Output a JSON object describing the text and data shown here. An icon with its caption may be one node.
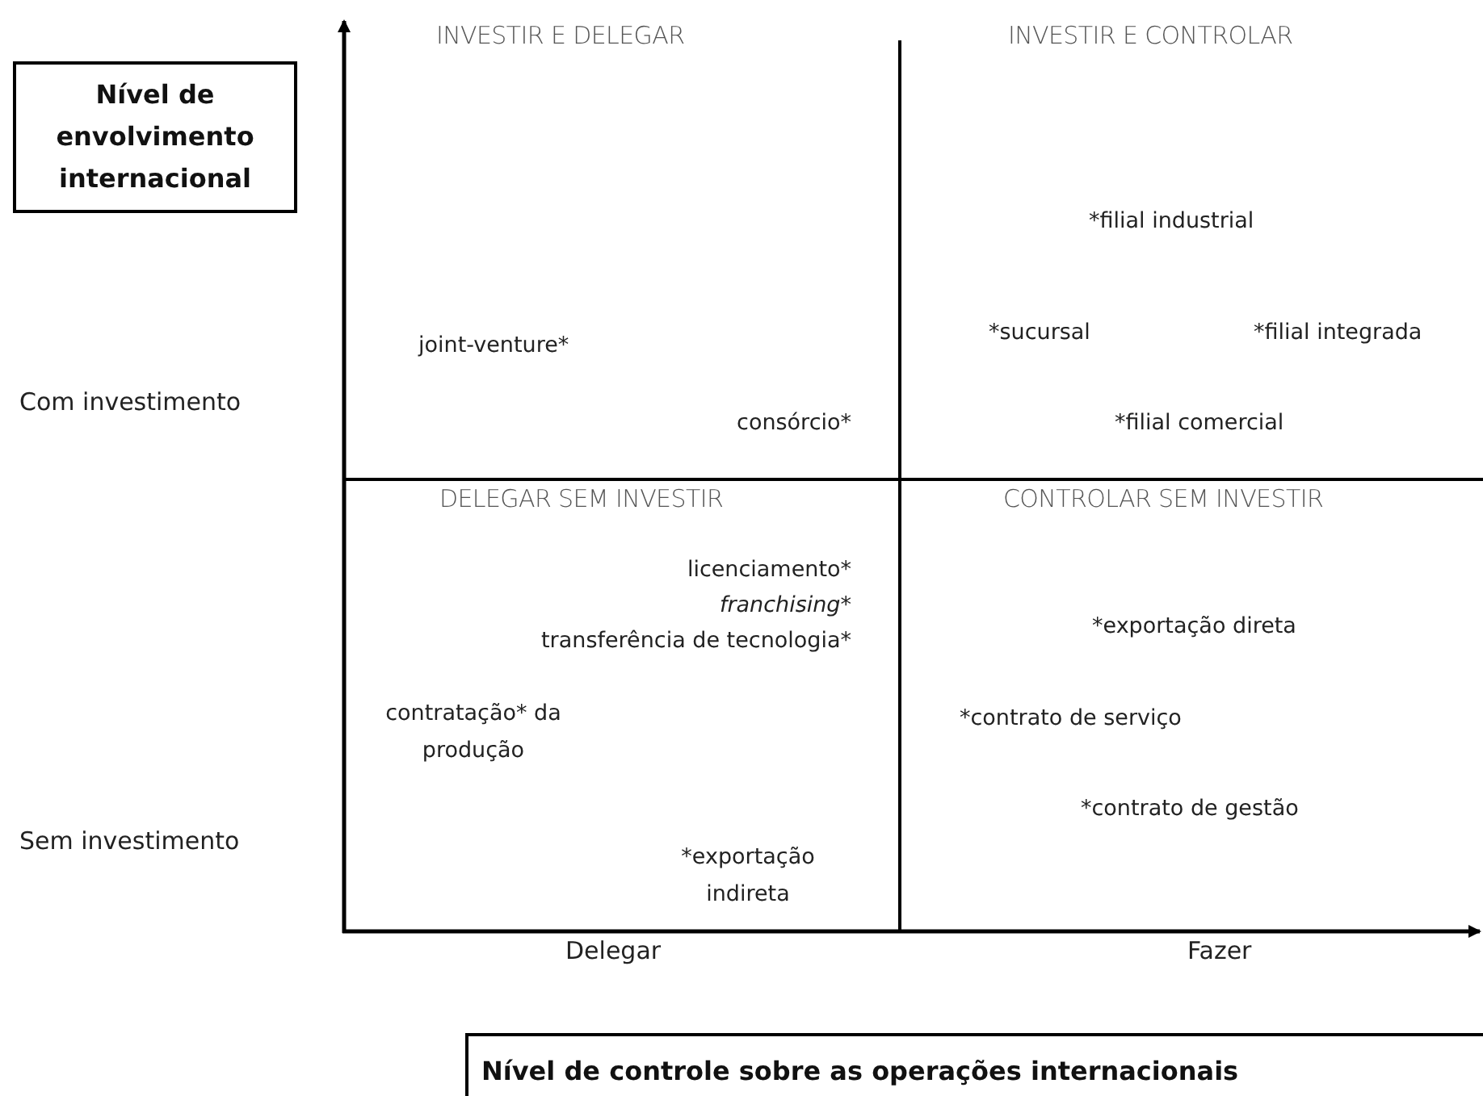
{
  "diagram": {
    "nodes": [
      {
        "text": [
          "Nível de envolvimento internacional"
        ]
      },
      {
        "text": [
          "Nível de controle sobre as operações internacionais"
        ]
      }
    ],
    "labels": [
      "INVESTIR E DELEGAR",
      "INVESTIR E CONTROLAR",
      "*filial industrial",
      "joint-venture*",
      "*sucursal",
      "*filial integrada",
      "Com investimento",
      "consórcio*",
      "*filial comercial",
      "DELEGAR SEM INVESTIR",
      "CONTROLAR SEM INVESTIR",
      "licenciamento*",
      "franchising*",
      "transferência de tecnologia*",
      "*exportação direta",
      "contratação* da produção",
      "*contrato de serviço",
      "*contrato de gestão",
      "Sem investimento",
      "*exportação indireta",
      "Delegar",
      "Fazer"
    ]
  }
}
